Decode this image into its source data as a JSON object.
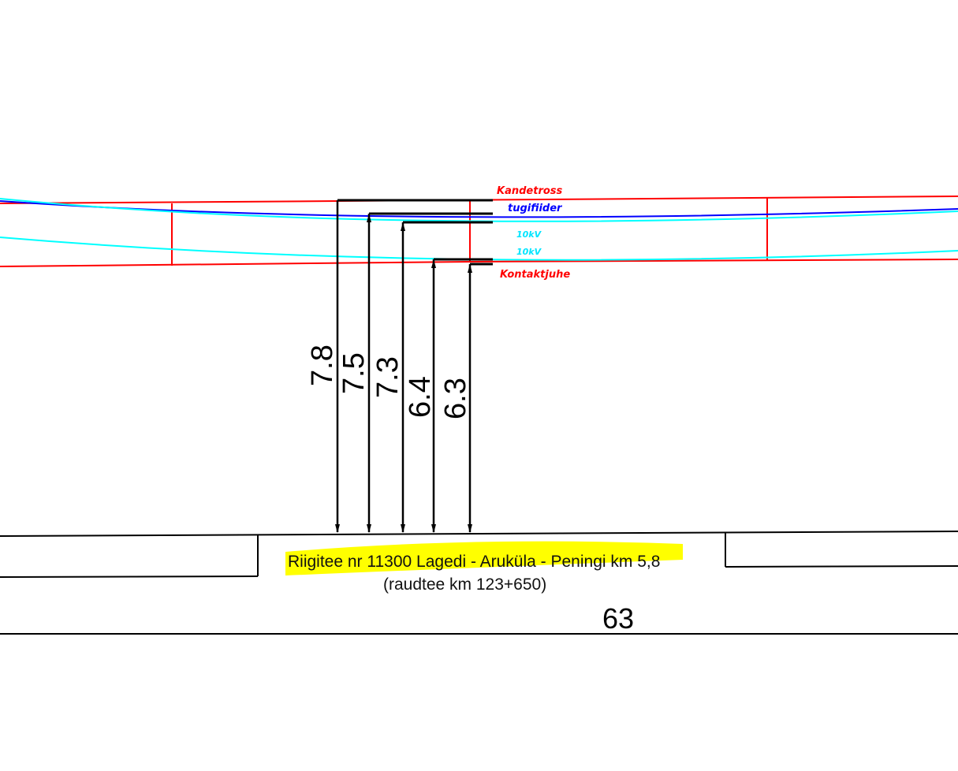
{
  "labels": {
    "catenary": "Kandetross",
    "feeder": "tugifiider",
    "kv_upper": "10kV",
    "kv_lower": "10kV",
    "contact_wire": "Kontaktjuhe"
  },
  "clearances": [
    "7.8",
    "7.5",
    "7.3",
    "6.4",
    "6.3"
  ],
  "road": {
    "name": "Riigitee nr 11300 Lagedi - Aruküla - Peningi km 5,8",
    "railway": "(raudtee km 123+650)"
  },
  "width": "63",
  "colors": {
    "catenary": "#ff0000",
    "feeder": "#0000ff",
    "kv_line": "#00ffff",
    "highlight": "#ffff00",
    "dimension": "#000000"
  }
}
